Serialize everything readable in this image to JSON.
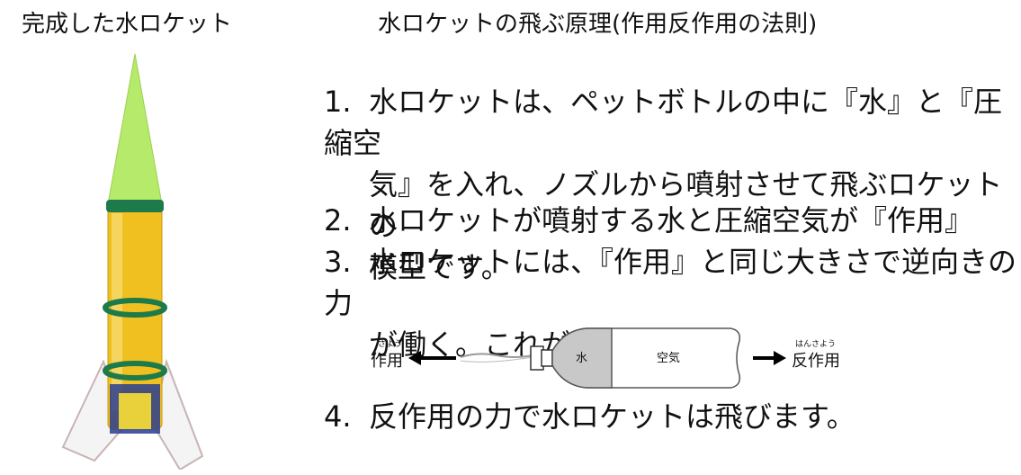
{
  "left_title": "完成した水ロケット",
  "right_title": "水ロケットの飛ぶ原理(作用反作用の法則)",
  "items": [
    {
      "num": "1.",
      "lines": [
        "水ロケットは、ペットボトルの中に『水』と『圧縮空",
        "気』を入れ、ノズルから噴射させて飛ぶロケットの",
        "模型です。"
      ]
    },
    {
      "num": "2.",
      "lines": [
        "水ロケットが噴射する水と圧縮空気が『作用』"
      ]
    },
    {
      "num": "3.",
      "lines": [
        "水ロケットには、『作用』と同じ大きさで逆向きの力",
        "が働く。これが『反作用』。"
      ]
    },
    {
      "num": "4.",
      "lines": [
        "反作用の力で水ロケットは飛びます。"
      ]
    }
  ],
  "diagram": {
    "left_label": "作用",
    "left_ruby": "さよう",
    "right_label": "反作用",
    "right_ruby": "はんさよう",
    "water_label": "水",
    "air_label": "空気"
  },
  "colors": {
    "cone": "#b5ea6a",
    "body": "#f2c21a",
    "band": "#1d7a4a",
    "fin": "#f2f2f2",
    "fin_edge": "#c9b3b3"
  }
}
